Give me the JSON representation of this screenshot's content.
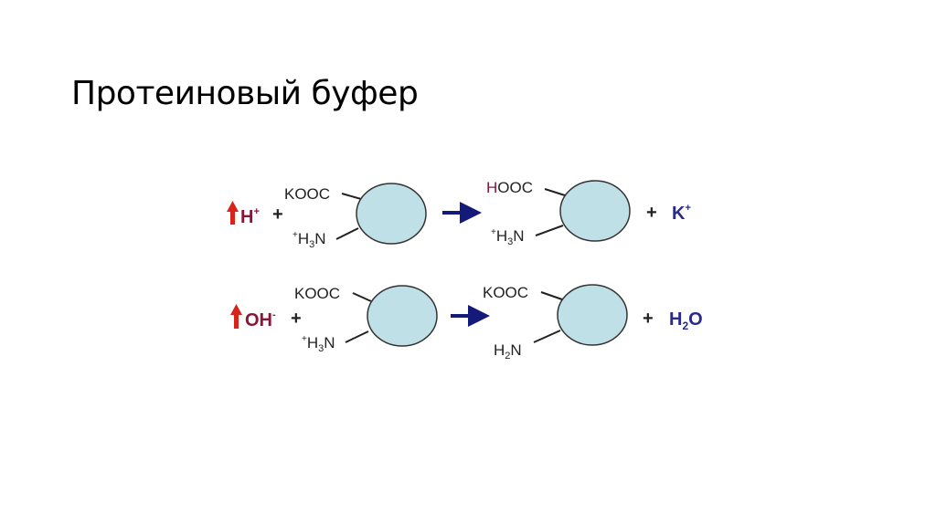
{
  "title": "Протеиновый буфер",
  "colors": {
    "arrow_up": "#d9241c",
    "ion": "#8a1538",
    "product_ion": "#2a2a8a",
    "arrow": "#141a7a",
    "circle_fill": "#bfe0e6",
    "text": "#222222"
  },
  "reactions": [
    {
      "ion_symbol": "H",
      "ion_charge": "+",
      "plus": "+",
      "reactant": {
        "top_group": "KOOC",
        "amino_pre": "+",
        "amino_h": "H",
        "amino_sub": "3",
        "amino_n": "N"
      },
      "product": {
        "top_prefix": "H",
        "top_rest": "OOC",
        "amino_pre": "+",
        "amino_h": "H",
        "amino_sub": "3",
        "amino_n": "N"
      },
      "product_plus": "+",
      "byproduct": {
        "main": "K",
        "sup": "+"
      }
    },
    {
      "ion_symbol": "OH",
      "ion_charge": "-",
      "plus": "+",
      "reactant": {
        "top_group": "KOOC",
        "amino_pre": "+",
        "amino_h": "H",
        "amino_sub": "3",
        "amino_n": "N"
      },
      "product": {
        "top_prefix": "",
        "top_rest": "KOOC",
        "amino_pre": "",
        "amino_h": "H",
        "amino_sub": "2",
        "amino_n": "N"
      },
      "product_plus": "+",
      "byproduct": {
        "main": "H",
        "sub": "2",
        "tail": "O"
      }
    }
  ]
}
